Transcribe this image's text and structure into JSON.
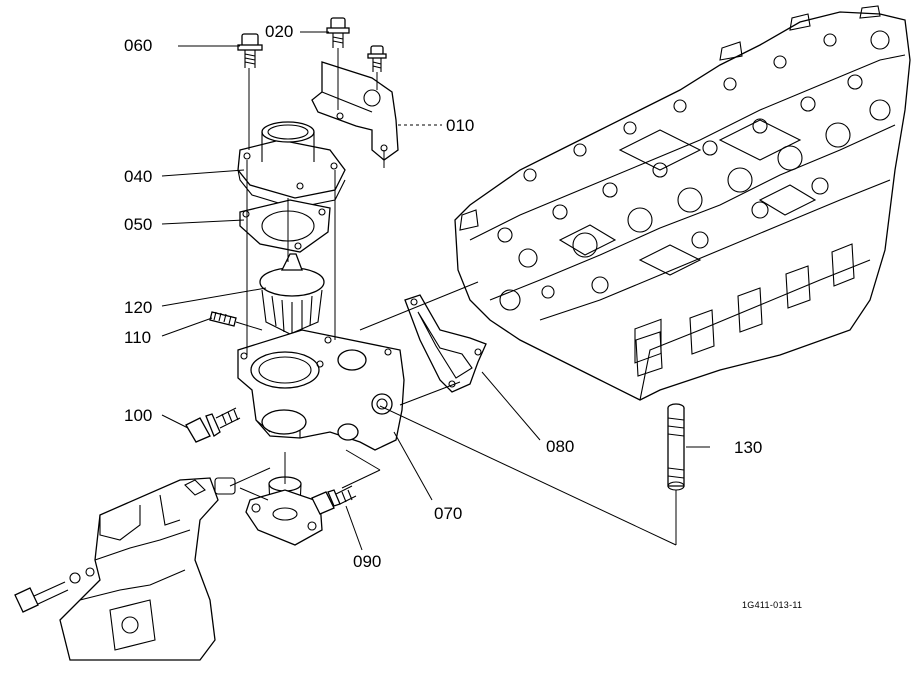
{
  "parts": [
    {
      "id": "p060",
      "label": "060"
    },
    {
      "id": "p020",
      "label": "020"
    },
    {
      "id": "p010",
      "label": "010"
    },
    {
      "id": "p040",
      "label": "040"
    },
    {
      "id": "p050",
      "label": "050"
    },
    {
      "id": "p120",
      "label": "120"
    },
    {
      "id": "p110",
      "label": "110"
    },
    {
      "id": "p100",
      "label": "100"
    },
    {
      "id": "p080",
      "label": "080"
    },
    {
      "id": "p070",
      "label": "070"
    },
    {
      "id": "p090",
      "label": "090"
    },
    {
      "id": "p130",
      "label": "130"
    }
  ],
  "drawing_code": "1G411-013-11"
}
